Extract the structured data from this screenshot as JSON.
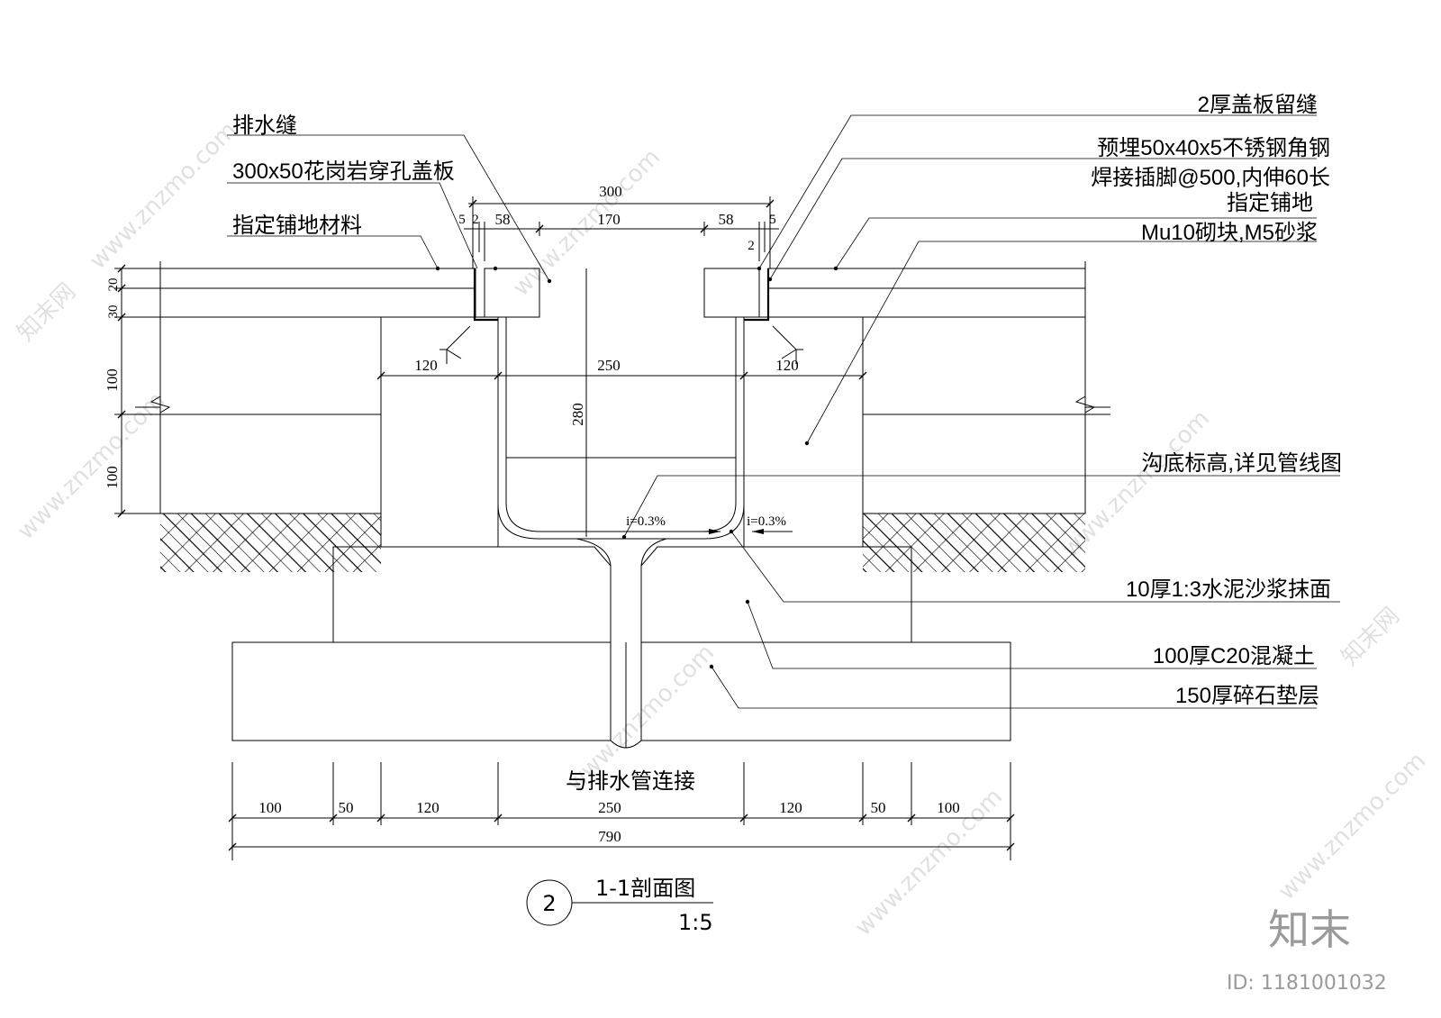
{
  "title": {
    "number": "2",
    "name": "1-1剖面图",
    "scale": "1:5"
  },
  "labels": {
    "drain_slot": "排水缝",
    "granite_cover": "300x50花岗岩穿孔盖板",
    "paving_material": "指定铺地材料",
    "cover_gap": "2厚盖板留缝",
    "angle_steel_1": "预埋50x40x5不锈钢角钢",
    "angle_steel_2": "焊接插脚@500,内伸60长",
    "paving": "指定铺地",
    "masonry": "Mu10砌块,M5砂浆",
    "trench_bottom": "沟底标高,详见管线图",
    "plaster": "10厚1:3水泥沙浆抹面",
    "concrete": "100厚C20混凝土",
    "gravel": "150厚碎石垫层",
    "pipe": "与排水管连接",
    "slope_left": "i=0.3%",
    "slope_right": "i=0.3%"
  },
  "dimensions": {
    "top_total": "300",
    "top_parts": [
      "5",
      "2",
      "58",
      "170",
      "58",
      "2",
      "5"
    ],
    "inner": [
      "120",
      "250",
      "120"
    ],
    "depth": "280",
    "left_layers": [
      "20",
      "30",
      "100",
      "100"
    ],
    "bottom_parts": [
      "100",
      "50",
      "120",
      "250",
      "120",
      "50",
      "100"
    ],
    "bottom_total": "790"
  },
  "watermark": {
    "site": "www.znzmo.com",
    "brand_cn": "知末网",
    "logo": "知末",
    "id": "ID: 1181001032"
  }
}
